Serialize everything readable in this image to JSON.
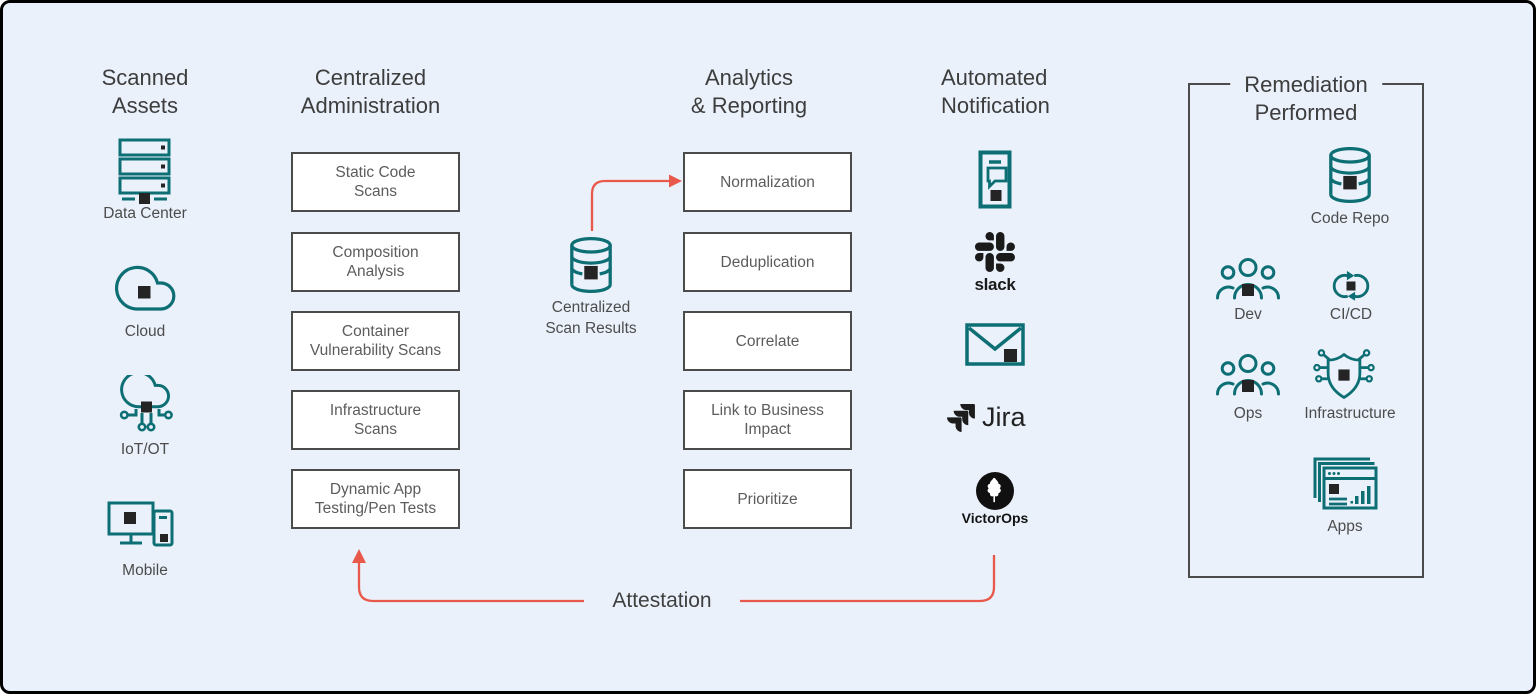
{
  "colors": {
    "teal": "#0d6f74",
    "red": "#e8594c",
    "dark_square": "#242424",
    "background": "#eaf1fb",
    "box_border": "#4b4b4b",
    "heading_text": "#3d3d3d",
    "logo_black": "#1a1a1a"
  },
  "headings": {
    "scanned_assets": [
      "Scanned",
      "Assets"
    ],
    "centralized_administration": [
      "Centralized",
      "Administration"
    ],
    "analytics_reporting": [
      "Analytics",
      "& Reporting"
    ],
    "automated_notification": [
      "Automated",
      "Notification"
    ],
    "remediation_performed": [
      "Remediation",
      "Performed"
    ]
  },
  "scanned_assets": {
    "items": [
      {
        "icon": "data-center-icon",
        "label": "Data Center"
      },
      {
        "icon": "cloud-icon",
        "label": "Cloud"
      },
      {
        "icon": "iot-ot-icon",
        "label": "IoT/OT"
      },
      {
        "icon": "mobile-icon",
        "label": "Mobile"
      }
    ]
  },
  "centralized_administration": {
    "boxes": [
      [
        "Static Code",
        "Scans"
      ],
      [
        "Composition",
        "Analysis"
      ],
      [
        "Container",
        "Vulnerability Scans"
      ],
      [
        "Infrastructure",
        "Scans"
      ],
      [
        "Dynamic App",
        "Testing/Pen Tests"
      ]
    ]
  },
  "scan_results": {
    "label": [
      "Centralized",
      "Scan Results"
    ]
  },
  "analytics_reporting": {
    "boxes": [
      [
        "Normalization"
      ],
      [
        "Deduplication"
      ],
      [
        "Correlate"
      ],
      [
        "Link to Business",
        "Impact"
      ],
      [
        "Prioritize"
      ]
    ]
  },
  "automated_notification": {
    "items": [
      {
        "icon": "mobile-chat-icon"
      },
      {
        "icon": "slack-logo",
        "label": "slack"
      },
      {
        "icon": "email-icon"
      },
      {
        "icon": "jira-logo",
        "label": "Jira"
      },
      {
        "icon": "victorops-logo",
        "label": "VictorOps"
      }
    ]
  },
  "remediation": {
    "items": [
      {
        "icon": "code-repo-icon",
        "label": "Code Repo"
      },
      {
        "icon": "dev-team-icon",
        "label": "Dev"
      },
      {
        "icon": "ci-cd-icon",
        "label": "CI/CD"
      },
      {
        "icon": "ops-team-icon",
        "label": "Ops"
      },
      {
        "icon": "infrastructure-icon",
        "label": "Infrastructure"
      },
      {
        "icon": "apps-icon",
        "label": "Apps"
      }
    ]
  },
  "flow": {
    "attestation_label": "Attestation"
  }
}
